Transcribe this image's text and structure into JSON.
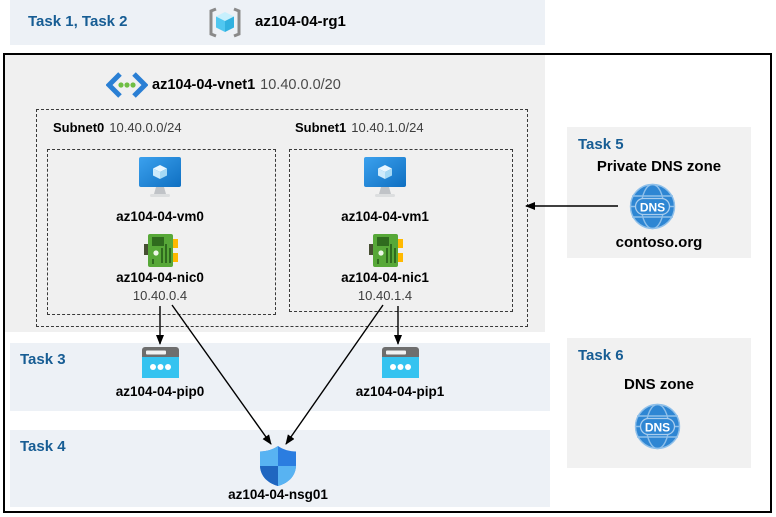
{
  "banner": {
    "tasks": "Task 1, Task 2",
    "resource_group": "az104-04-rg1"
  },
  "vnet": {
    "name": "az104-04-vnet1",
    "cidr": "10.40.0.0/20"
  },
  "subnet0": {
    "name": "Subnet0",
    "cidr": "10.40.0.0/24",
    "vm_name": "az104-04-vm0",
    "nic_name": "az104-04-nic0",
    "nic_ip": "10.40.0.4"
  },
  "subnet1": {
    "name": "Subnet1",
    "cidr": "10.40.1.0/24",
    "vm_name": "az104-04-vm1",
    "nic_name": "az104-04-nic1",
    "nic_ip": "10.40.1.4"
  },
  "task3": {
    "heading": "Task 3",
    "pip0": "az104-04-pip0",
    "pip1": "az104-04-pip1"
  },
  "task4": {
    "heading": "Task 4",
    "nsg": "az104-04-nsg01"
  },
  "task5": {
    "heading": "Task 5",
    "title": "Private DNS zone",
    "dns_label": "DNS",
    "zone": "contoso.org"
  },
  "task6": {
    "heading": "Task 6",
    "title": "DNS zone",
    "dns_label": "DNS"
  },
  "colors": {
    "heading_blue": "#175d94",
    "band_blue_gray": "#edf1f6",
    "box_gray": "#f1f1f1",
    "vnet_fill": "#f0f0f0",
    "azure_blue": "#2e86d3",
    "nic_green": "#57a838",
    "pip_cyan": "#35c3f0",
    "shield_blue": "#2b7de0"
  }
}
